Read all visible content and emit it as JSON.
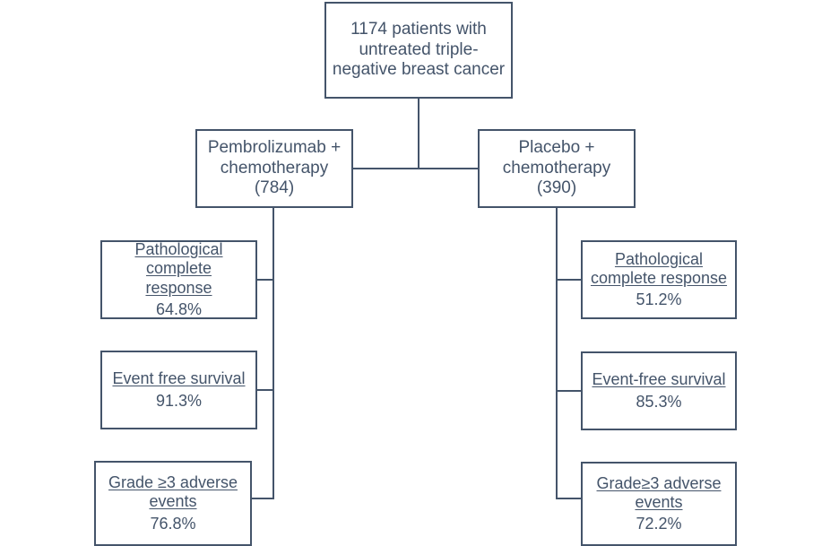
{
  "diagram": {
    "root": {
      "lines": [
        "1174 patients with",
        "untreated triple-",
        "negative breast cancer"
      ]
    },
    "arms": [
      {
        "name": "pembrolizumab-arm",
        "lines": [
          "Pembrolizumab +",
          "chemotherapy",
          "(784)"
        ],
        "outcomes": [
          {
            "name": "pathological-complete-response",
            "title_lines": [
              "Pathological complete",
              "response"
            ],
            "value": "64.8%"
          },
          {
            "name": "event-free-survival",
            "title_lines": [
              "Event free survival"
            ],
            "value": "91.3%"
          },
          {
            "name": "grade-3-adverse-events",
            "title_lines": [
              "Grade ≥3 adverse",
              "events"
            ],
            "value": "76.8%"
          }
        ]
      },
      {
        "name": "placebo-arm",
        "lines": [
          "Placebo +",
          "chemotherapy",
          "(390)"
        ],
        "outcomes": [
          {
            "name": "pathological-complete-response",
            "title_lines": [
              "Pathological",
              "complete response"
            ],
            "value": "51.2%"
          },
          {
            "name": "event-free-survival",
            "title_lines": [
              "Event-free survival"
            ],
            "value": "85.3%"
          },
          {
            "name": "grade-3-adverse-events",
            "title_lines": [
              "Grade≥3 adverse",
              "events"
            ],
            "value": "72.2%"
          }
        ]
      }
    ],
    "colors": {
      "stroke": "#44546a",
      "text": "#44546a",
      "background": "#ffffff"
    }
  }
}
